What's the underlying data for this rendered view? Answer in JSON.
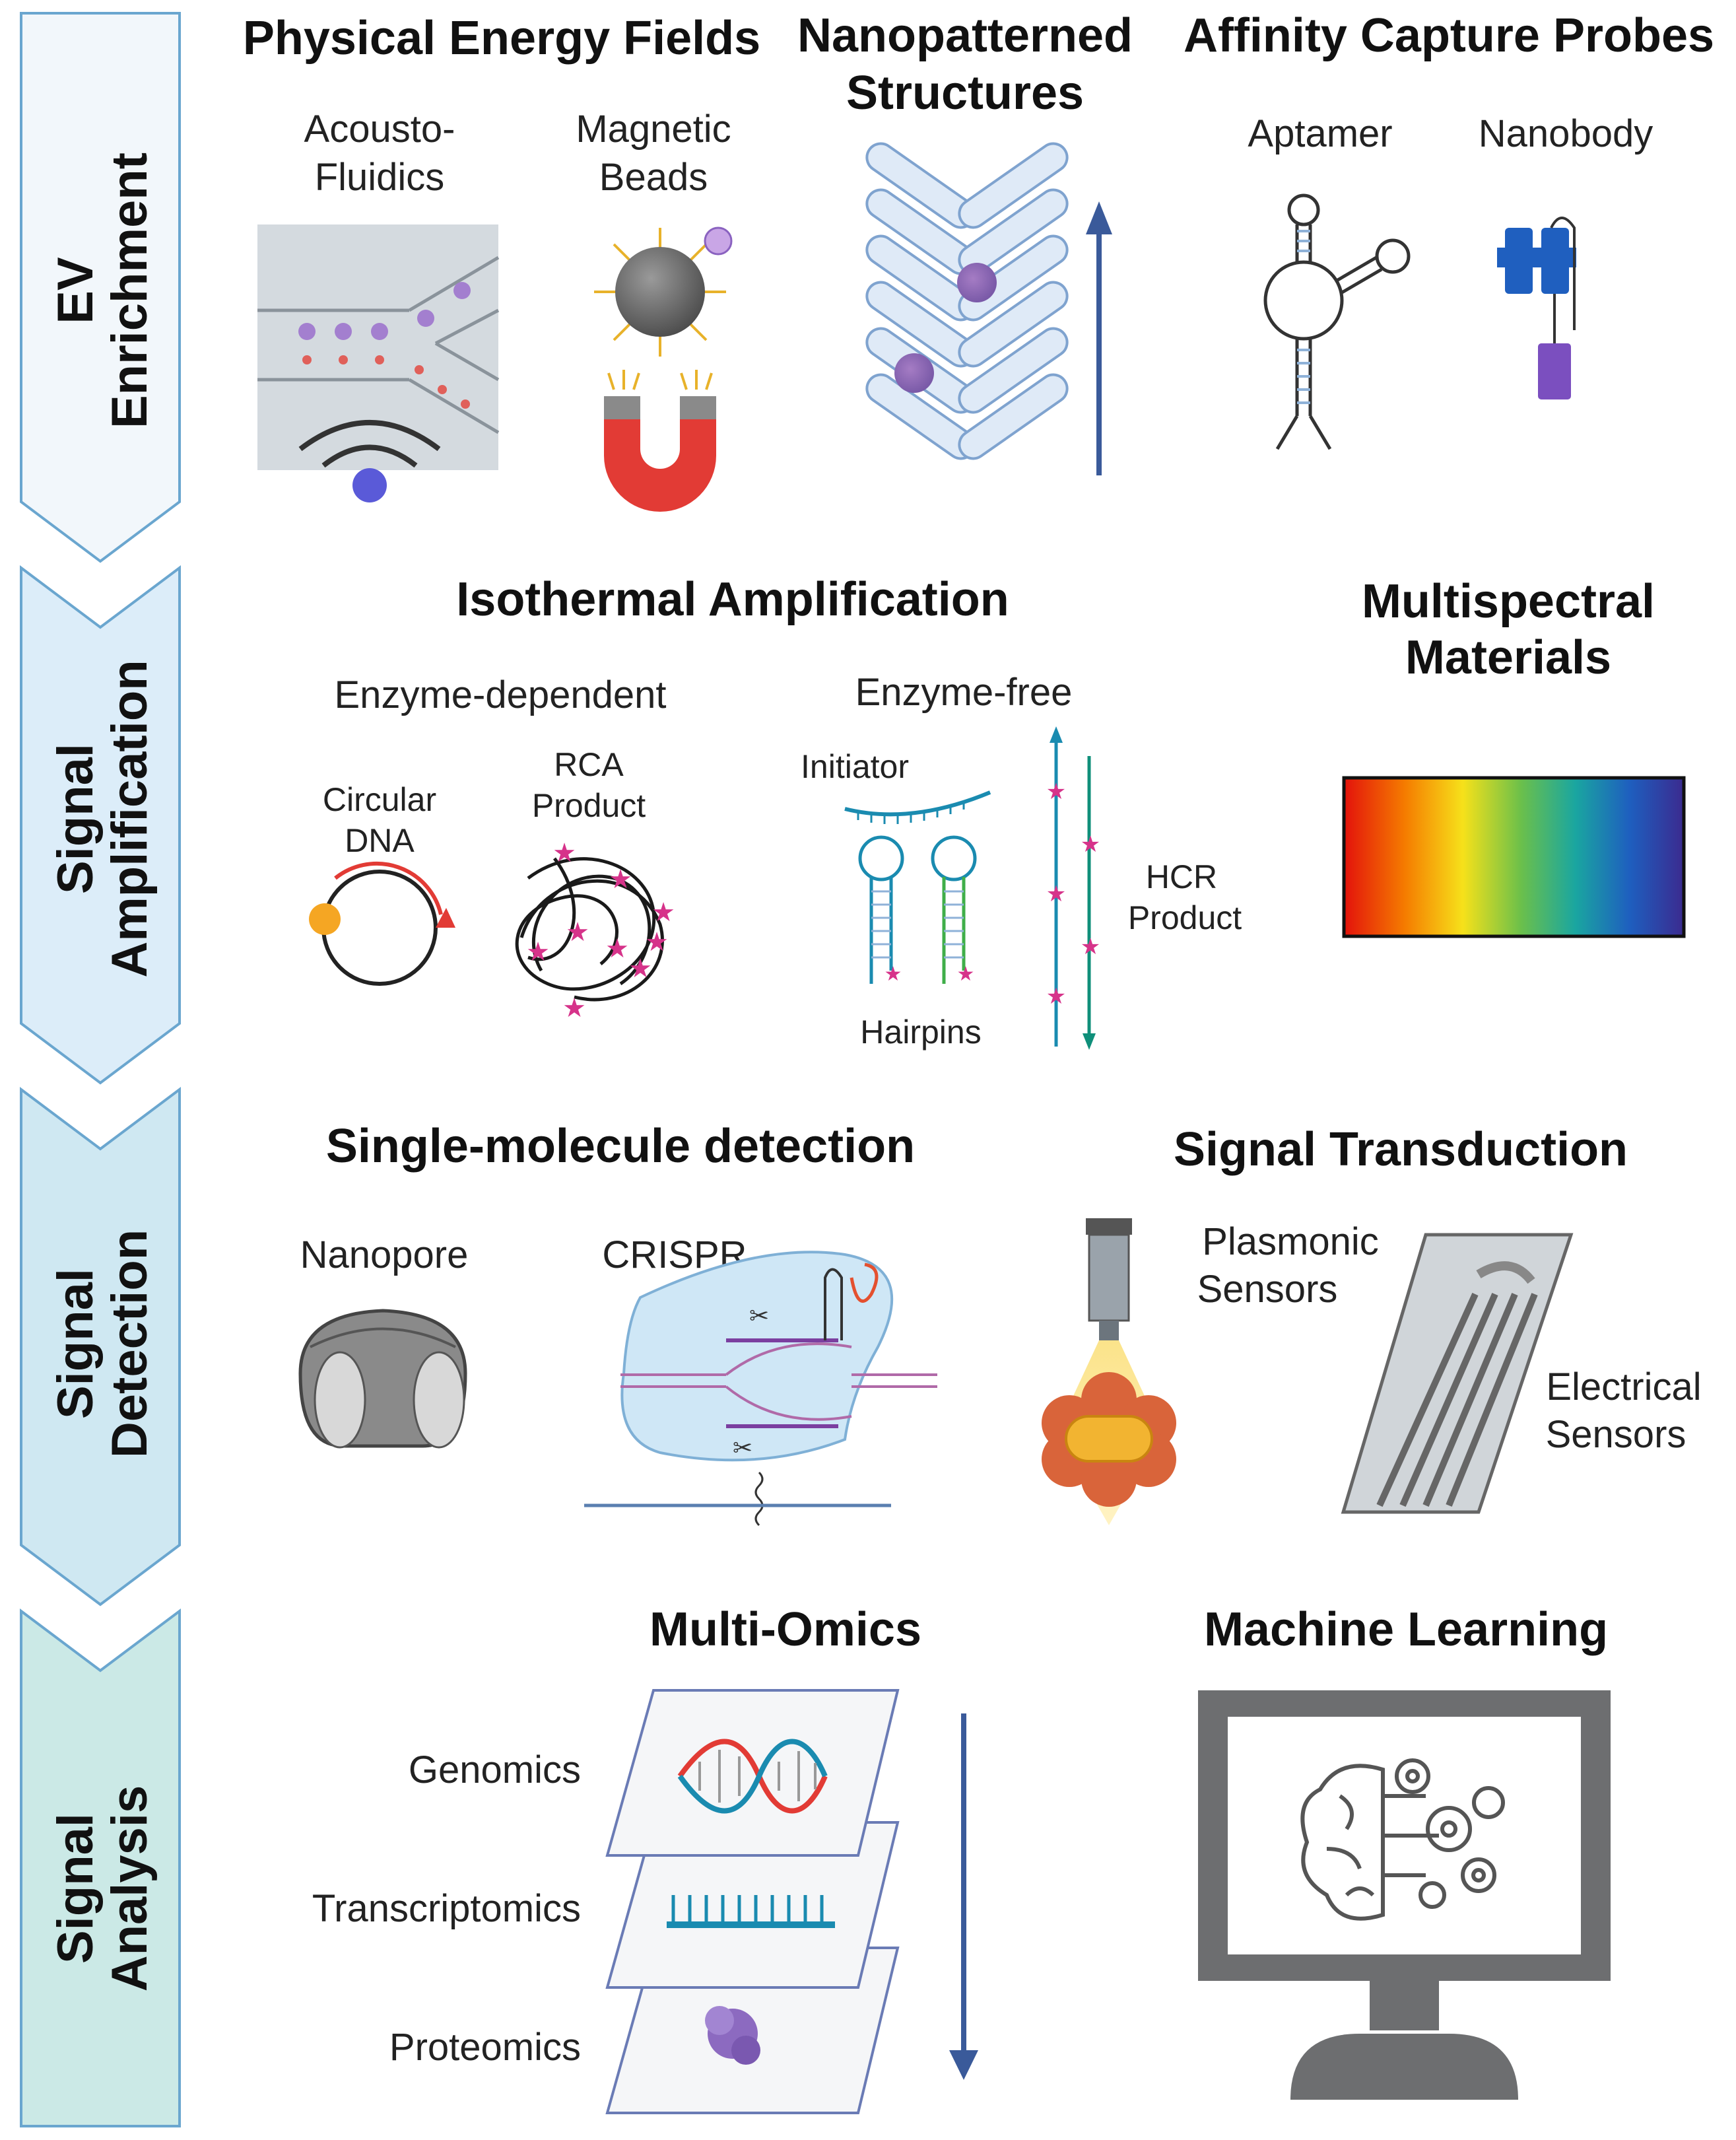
{
  "stages": [
    {
      "line1": "EV",
      "line2": "Enrichment"
    },
    {
      "line1": "Signal",
      "line2": "Amplification"
    },
    {
      "line1": "Signal",
      "line2": "Detection"
    },
    {
      "line1": "Signal",
      "line2": "Analysis"
    }
  ],
  "enrichment": {
    "physical_title": "Physical Energy Fields",
    "acousto_l1": "Acousto-",
    "acousto_l2": "Fluidics",
    "magnetic_l1": "Magnetic",
    "magnetic_l2": "Beads",
    "nano_l1": "Nanopatterned",
    "nano_l2": "Structures",
    "affinity_title": "Affinity Capture Probes",
    "aptamer": "Aptamer",
    "nanobody": "Nanobody"
  },
  "amplification": {
    "iso_title": "Isothermal Amplification",
    "enzyme_dep": "Enzyme-dependent",
    "enzyme_free": "Enzyme-free",
    "circular_l1": "Circular",
    "circular_l2": "DNA",
    "rca_l1": "RCA",
    "rca_l2": "Product",
    "initiator": "Initiator",
    "hairpins": "Hairpins",
    "hcr_l1": "HCR",
    "hcr_l2": "Product",
    "multi_l1": "Multispectral",
    "multi_l2": "Materials"
  },
  "detection": {
    "single_title": "Single-molecule detection",
    "transduction_title": "Signal Transduction",
    "nanopore": "Nanopore",
    "crispr": "CRISPR",
    "plasmonic_l1": "Plasmonic",
    "plasmonic_l2": "Sensors",
    "electrical_l1": "Electrical",
    "electrical_l2": "Sensors"
  },
  "analysis": {
    "omics_title": "Multi-Omics",
    "ml_title": "Machine Learning",
    "genomics": "Genomics",
    "transcriptomics": "Transcriptomics",
    "proteomics": "Proteomics"
  },
  "colors": {
    "stage_fills": [
      "#f2f7fb",
      "#dcedf9",
      "#cfe8f2",
      "#cbe9e6"
    ],
    "stage_border": "#6aa6cf",
    "arrow": "#3a5a9a",
    "magnet_red": "#e23b35",
    "star_pink": "#d6338a"
  }
}
